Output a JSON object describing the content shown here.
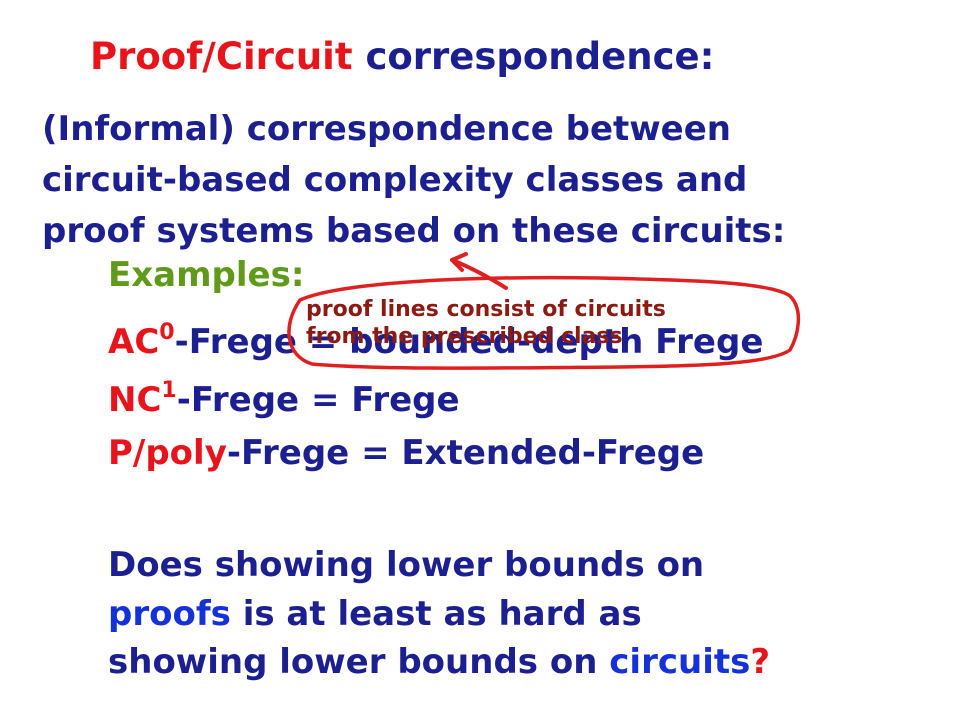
{
  "title": {
    "part1": "Proof/",
    "part2": "Circuit",
    "part3": " correspondence:"
  },
  "intro": {
    "lines": [
      "(Informal) correspondence between",
      "circuit-based complexity classes and",
      "proof systems based on these circuits:"
    ]
  },
  "examples": {
    "heading": "Examples:",
    "items": [
      {
        "pre": "AC",
        "sup": "0",
        "post": "-Frege = bounded-depth Frege"
      },
      {
        "pre": "NC",
        "sup": "1",
        "post": "-Frege = Frege"
      },
      {
        "pre": "P/poly",
        "post": "-Frege = Extended-Frege"
      }
    ]
  },
  "annotation": {
    "lines": [
      "proof lines consist of circuits",
      "from the prescribed class"
    ],
    "ink_color": "#e02020"
  },
  "question": {
    "line1": "Does showing lower bounds on",
    "line2_highlight": "proofs",
    "line2_rest": " is at least as hard as",
    "line3_main": "showing lower bounds on ",
    "line3_highlight": "circuits",
    "line3_end": "?"
  },
  "colors": {
    "red": "#e8141b",
    "navy": "#1b1f8f",
    "blue": "#1432d8",
    "green": "#5f9a1a"
  }
}
